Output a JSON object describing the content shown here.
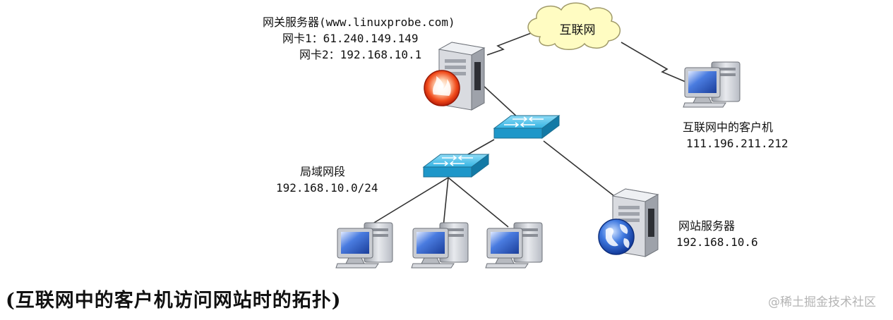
{
  "gateway": {
    "title": "网关服务器(www.linuxprobe.com)",
    "nic1": "网卡1：61.240.149.149",
    "nic2": "网卡2：192.168.10.1"
  },
  "internet": {
    "label": "互联网"
  },
  "client": {
    "label": "互联网中的客户机",
    "ip": "111.196.211.212"
  },
  "lan": {
    "label": "局域网段",
    "subnet": "192.168.10.0/24"
  },
  "web_server": {
    "label": "网站服务器",
    "ip": "192.168.10.6"
  },
  "caption": "(互联网中的客户机访问网站时的拓扑)",
  "watermark": "@稀土掘金技术社区",
  "colors": {
    "cloud_fill": "#fffcc2",
    "cloud_stroke": "#a09a6a",
    "switch_fill": "#2aa7d8",
    "screen_fill": "#4a7ce0",
    "line": "#333333"
  }
}
